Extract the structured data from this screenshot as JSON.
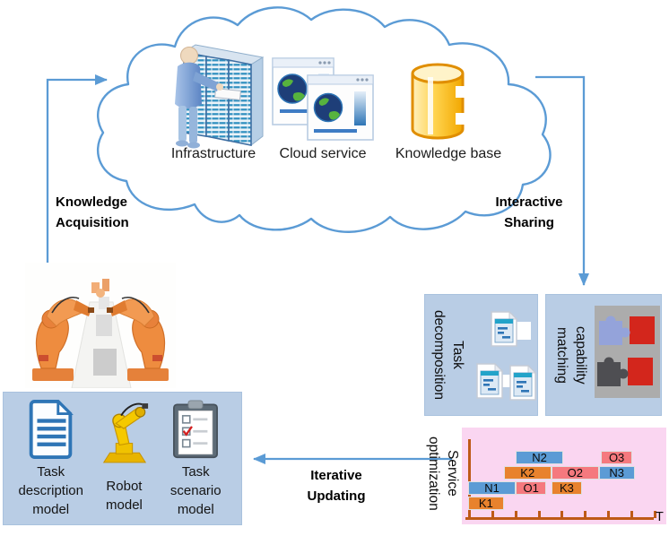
{
  "cloud": {
    "items": [
      {
        "id": "infrastructure",
        "label": "Infrastructure"
      },
      {
        "id": "cloud_service",
        "label": "Cloud service"
      },
      {
        "id": "knowledge_base",
        "label": "Knowledge base"
      }
    ]
  },
  "edge_labels": {
    "knowledge_acquisition": {
      "line1": "Knowledge",
      "line2": "Acquisition"
    },
    "interactive_sharing": {
      "line1": "Interactive",
      "line2": "Sharing"
    },
    "iterative_updating": {
      "line1": "Iterative",
      "line2": "Updating"
    }
  },
  "process_boxes": {
    "task_decomposition": {
      "line1": "Task",
      "line2": "decomposition"
    },
    "capability_matching": {
      "line1": "capability",
      "line2": "matching"
    },
    "service_optimization": {
      "line1": "Service",
      "line2": "optimization"
    }
  },
  "models_box": {
    "items": [
      {
        "icon": "task-description-document-icon",
        "label_lines": [
          "Task",
          "description",
          "model"
        ]
      },
      {
        "icon": "robot-arm-icon",
        "label_lines": [
          "Robot",
          "model"
        ]
      },
      {
        "icon": "task-scenario-clipboard-icon",
        "label_lines": [
          "Task",
          "scenario",
          "model"
        ]
      }
    ]
  },
  "chart_data": {
    "type": "gantt",
    "context_label": "Service optimization",
    "x_axis_label": "T",
    "tick_count": 8,
    "background": "#FAD6F1",
    "axis_color": "#BE5A17",
    "series_colors": {
      "K": "#E8822D",
      "N": "#5B9BD5",
      "O": "#F5797E"
    },
    "rows": [
      {
        "bars": [
          {
            "label": "K1",
            "series": "K",
            "start": 0,
            "end": 1.5
          }
        ]
      },
      {
        "bars": [
          {
            "label": "N1",
            "series": "N",
            "start": 0,
            "end": 2
          },
          {
            "label": "O1",
            "series": "O",
            "start": 2,
            "end": 3.3
          },
          {
            "label": "K3",
            "series": "K",
            "start": 3.5,
            "end": 4.8
          }
        ]
      },
      {
        "bars": [
          {
            "label": "K2",
            "series": "K",
            "start": 1.5,
            "end": 3.5
          },
          {
            "label": "O2",
            "series": "O",
            "start": 3.5,
            "end": 5.5
          },
          {
            "label": "N3",
            "series": "N",
            "start": 5.5,
            "end": 7
          }
        ]
      },
      {
        "bars": [
          {
            "label": "N2",
            "series": "N",
            "start": 2,
            "end": 4
          },
          {
            "label": "O3",
            "series": "O",
            "start": 5.6,
            "end": 6.9
          }
        ]
      }
    ]
  },
  "colors": {
    "accent_blue": "#5B9BD5",
    "box_blue": "#B9CDE5",
    "red_block": "#D3261C"
  }
}
